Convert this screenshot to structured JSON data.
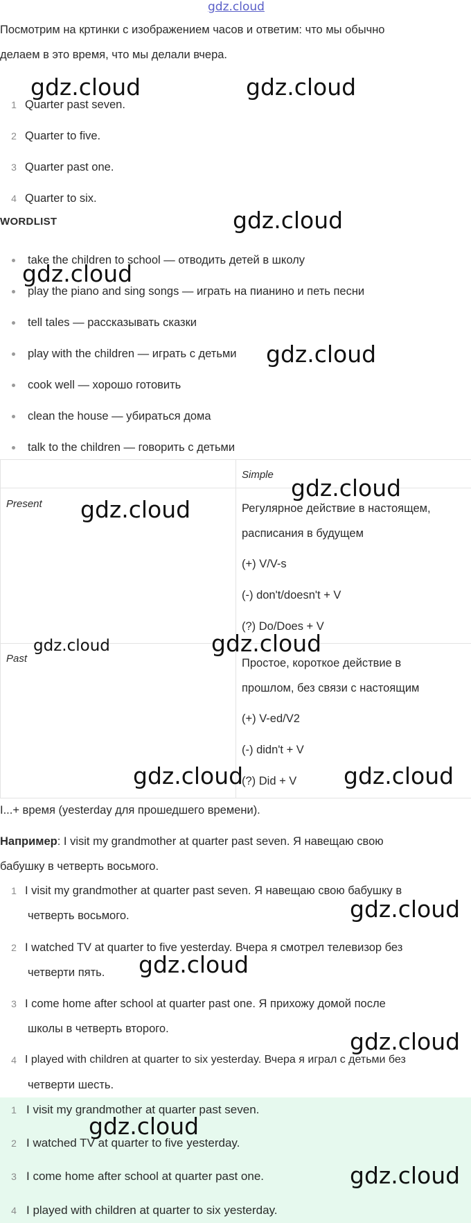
{
  "top_logo": "gdz.cloud",
  "intro": {
    "line1": "Посмотрим на кртинки с изображением часов и ответим: что мы обычно",
    "line2": "делаем в это время, что мы делали вчера."
  },
  "times": [
    {
      "num": "1",
      "text": "Quarter past seven."
    },
    {
      "num": "2",
      "text": "Quarter to five."
    },
    {
      "num": "3",
      "text": "Quarter past one."
    },
    {
      "num": "4",
      "text": "Quarter to six."
    }
  ],
  "wordlist": {
    "heading": "WORDLIST",
    "items": [
      "take the children to school — отводить детей в школу",
      "play the piano and sing songs — играть на пианино и петь песни",
      "tell tales — рассказывать сказки",
      "play with the children — играть с детьми",
      "cook well — хорошо готовить",
      "clean the house — убираться дома",
      "talk to the children — говорить с детьми"
    ]
  },
  "grammar_table": {
    "header": "Simple",
    "rows": [
      {
        "label": "Present",
        "lines": [
          "Регулярное действие в настоящем,",
          "расписания в будущем",
          "(+) V/V-s",
          "(-) don't/doesn't + V",
          "(?) Do/Does + V"
        ]
      },
      {
        "label": "Past",
        "lines": [
          "Простое, короткое действие в",
          "прошлом, без связи с настоящим",
          "(+) V-ed/V2",
          "(-) didn't + V",
          "(?) Did + V"
        ]
      }
    ]
  },
  "formula": "I...+ время (yesterday для прошедшего времени).",
  "example": {
    "label": "Например",
    "line1": ": I visit my grandmother at quarter past seven. Я навещаю свою",
    "line2": "бабушку в четверть восьмого."
  },
  "answers": [
    {
      "num": "1",
      "line1": "I visit my grandmother at quarter past seven. Я навещаю свою бабушку в",
      "line2": "четверть восьмого."
    },
    {
      "num": "2",
      "line1": "I watched TV at quarter to five yesterday. Вчера я смотрел телевизор без",
      "line2": "четверти пять."
    },
    {
      "num": "3",
      "line1": "I come home after school at quarter past one. Я прихожу домой после",
      "line2": "школы в четверть второго."
    },
    {
      "num": "4",
      "line1": "I played with children at quarter to six yesterday. Вчера я играл с детьми без",
      "line2": "четверти шесть."
    }
  ],
  "final_answers": [
    {
      "num": "1",
      "text": "I visit my grandmother at quarter past seven."
    },
    {
      "num": "2",
      "text": "I watched TV at quarter to five yesterday."
    },
    {
      "num": "3",
      "text": "I come home after school at quarter past one."
    },
    {
      "num": "4",
      "text": "I played with children at quarter to six yesterday."
    }
  ],
  "watermark": "gdz.cloud"
}
